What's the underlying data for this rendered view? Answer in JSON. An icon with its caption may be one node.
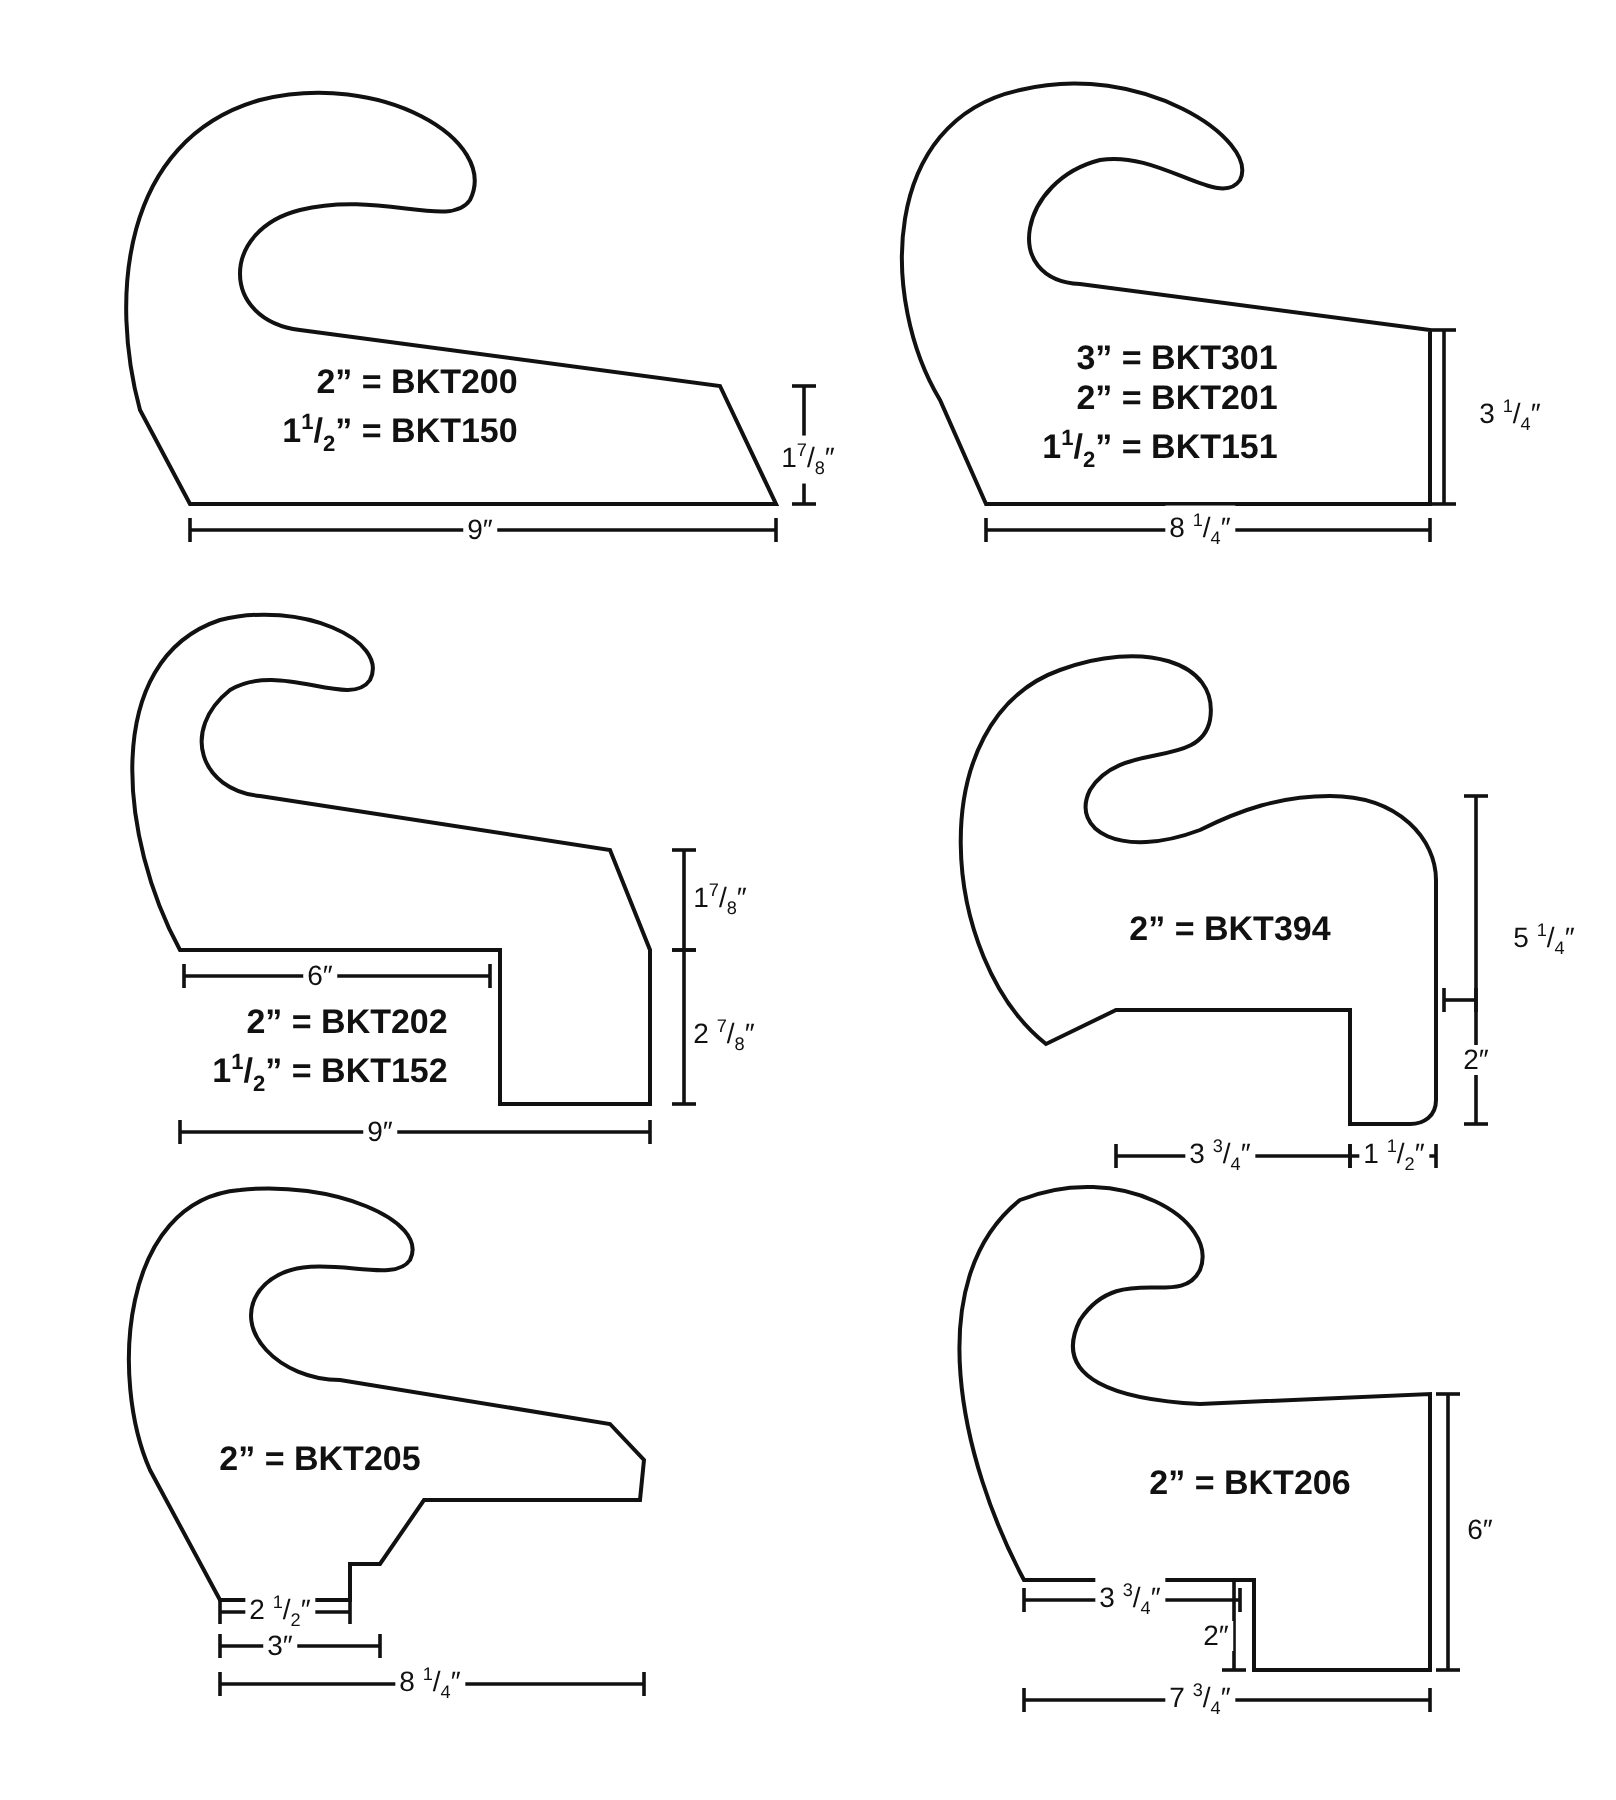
{
  "diagram": {
    "nodes": [
      {
        "text": [
          "2” = BKT200",
          "1$^{1}$/$_{2}$” = BKT150"
        ]
      },
      {
        "text": [
          "3” = BKT301",
          "2” = BKT201",
          "1$^{1}$/$_{2}$” = BKT151"
        ]
      },
      {
        "text": [
          "2” = BKT202",
          "1$^{1}$/$_{2}$” = BKT152"
        ]
      },
      {
        "text": [
          "2” = BKT394"
        ]
      },
      {
        "text": [
          "2” = BKT205"
        ]
      },
      {
        "text": [
          "2” = BKT206"
        ]
      }
    ],
    "edges": [],
    "labels": [
      "9″",
      "1$^{7}$/$_{8}$″",
      "8 $^{1}$/$_{4}$″",
      "3 $^{1}$/$_{4}$″",
      "1$^{7}$/$_{8}$″",
      "6″",
      "2 $^{7}$/$_{8}$″",
      "9″",
      "5 $^{1}$/$_{4}$″",
      "2″",
      "3 $^{3}$/$_{4}$″",
      "1 $^{1}$/$_{2}$″",
      "2 $^{1}$/$_{2}$″",
      "3″",
      "8 $^{1}$/$_{4}$″",
      "6″",
      "3 $^{3}$/$_{4}$″",
      "2″",
      "7 $^{3}$/$_{4}$″"
    ]
  }
}
